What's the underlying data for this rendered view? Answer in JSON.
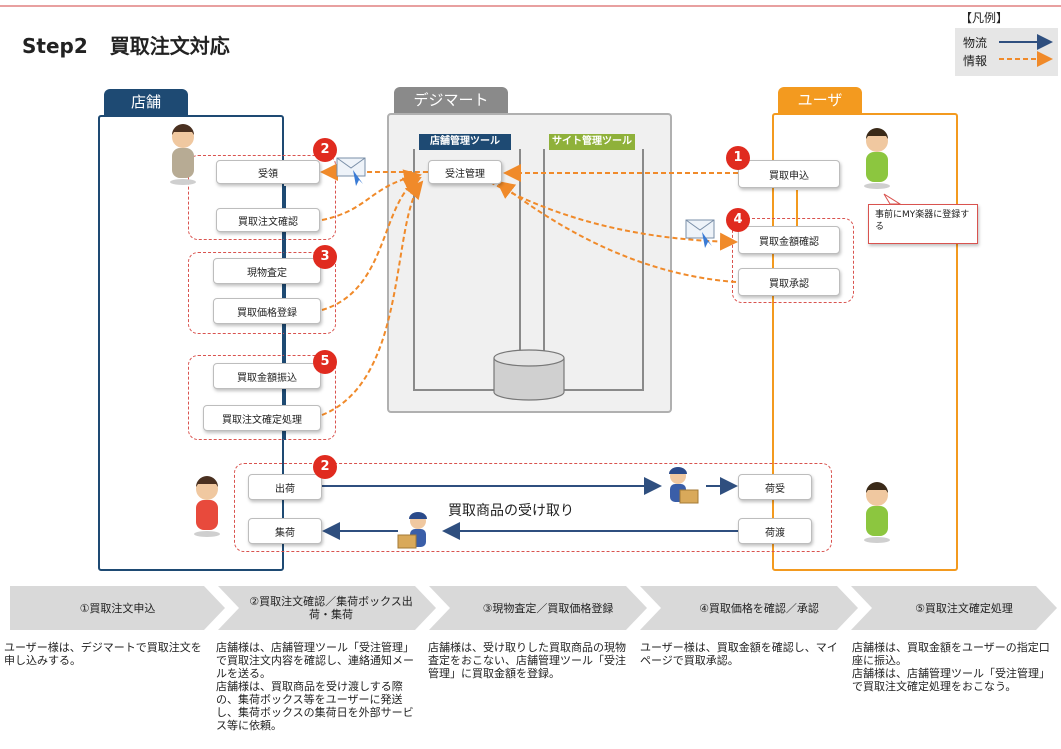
{
  "title": {
    "step": "Step2",
    "name": "買取注文対応"
  },
  "legend": {
    "title": "【凡例】",
    "physical": "物流",
    "info": "情報"
  },
  "colors": {
    "store": "#1e4a73",
    "dejimart": "#8a8a8a",
    "user": "#f39a1f",
    "info_arrow": "#f08a2a",
    "physical_arrow": "#2f4f7f",
    "badge": "#e02b1f",
    "tool_store": "#1e4a73",
    "tool_site": "#8fb13a"
  },
  "columns": {
    "store": "店舗",
    "dejimart": "デジマート",
    "user": "ユーザ"
  },
  "tools": {
    "store_tool": "店舗管理ツール",
    "site_tool": "サイト管理ツール"
  },
  "boxes": {
    "order_mgmt": "受注管理",
    "receive": "受領",
    "confirm_order": "買取注文確認",
    "inspect": "現物査定",
    "price_register": "買取価格登録",
    "transfer": "買取金額振込",
    "finalize": "買取注文確定処理",
    "apply": "買取申込",
    "amount_check": "買取金額確認",
    "approve": "買取承認",
    "ship": "出荷",
    "pickup": "集荷",
    "receive_goods": "荷受",
    "handover": "荷渡"
  },
  "badges": [
    "1",
    "2",
    "3",
    "4",
    "5",
    "2"
  ],
  "callout": "事前にMY楽器に登録する",
  "flow_label": "買取商品の受け取り",
  "icons": [
    "mail-icon",
    "mail-icon",
    "database-icon",
    "delivery-person-icon",
    "delivery-person-icon",
    "store-person-icon",
    "user-person-icon"
  ],
  "steps": [
    {
      "label": "①買取注文申込",
      "desc": "ユーザー様は、デジマートで買取注文を申し込みする。"
    },
    {
      "label": "②買取注文確認／集荷ボックス出荷・集荷",
      "desc": "店舗様は、店舗管理ツール「受注管理」で買取注文内容を確認し、連絡通知メールを送る。\n店舗様は、買取商品を受け渡しする際の、集荷ボックス等をユーザーに発送し、集荷ボックスの集荷日を外部サービス等に依頼。"
    },
    {
      "label": "③現物査定／買取価格登録",
      "desc": "店舗様は、受け取りした買取商品の現物査定をおこない、店舗管理ツール「受注管理」に買取金額を登録。"
    },
    {
      "label": "④買取価格を確認／承認",
      "desc": "ユーザー様は、買取金額を確認し、マイページで買取承認。"
    },
    {
      "label": "⑤買取注文確定処理",
      "desc": "店舗様は、買取金額をユーザーの指定口座に振込。\n店舗様は、店舗管理ツール「受注管理」で買取注文確定処理をおこなう。"
    }
  ]
}
